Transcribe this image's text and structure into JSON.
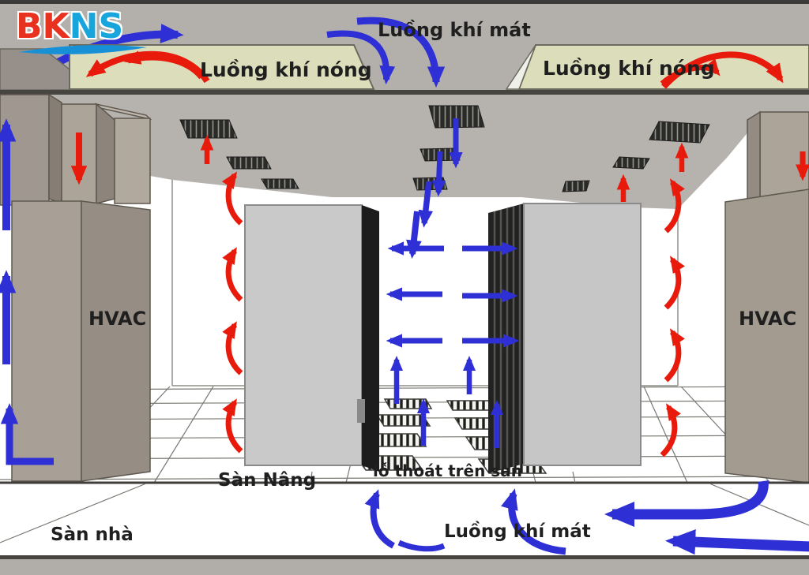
{
  "logo": {
    "bk": "BK",
    "ns": "NS"
  },
  "labels": {
    "cool_top": "Luồng khí mát",
    "hot_left": "Luồng khí nóng",
    "hot_right": "Luồng khí nóng",
    "hvac_left": "HVAC",
    "hvac_right": "HVAC",
    "raised_floor": "Sàn Nâng",
    "floor_vents": "lỗ thoát trên sàn",
    "house_floor": "Sàn nhà",
    "cool_bottom": "Luồng khí mát"
  },
  "colors": {
    "hot_air_arrow": "#e71a0c",
    "cool_air_arrow": "#2f2fd6",
    "hot_air_panel": "#dcddba",
    "plenum_gray": "#b3b0ab",
    "structure_taupe": "#a8a096",
    "rack_light": "#c9c9c9",
    "rack_dark": "#1e1e1e",
    "logo_red": "#e8321f",
    "logo_blue": "#17a5dc"
  }
}
